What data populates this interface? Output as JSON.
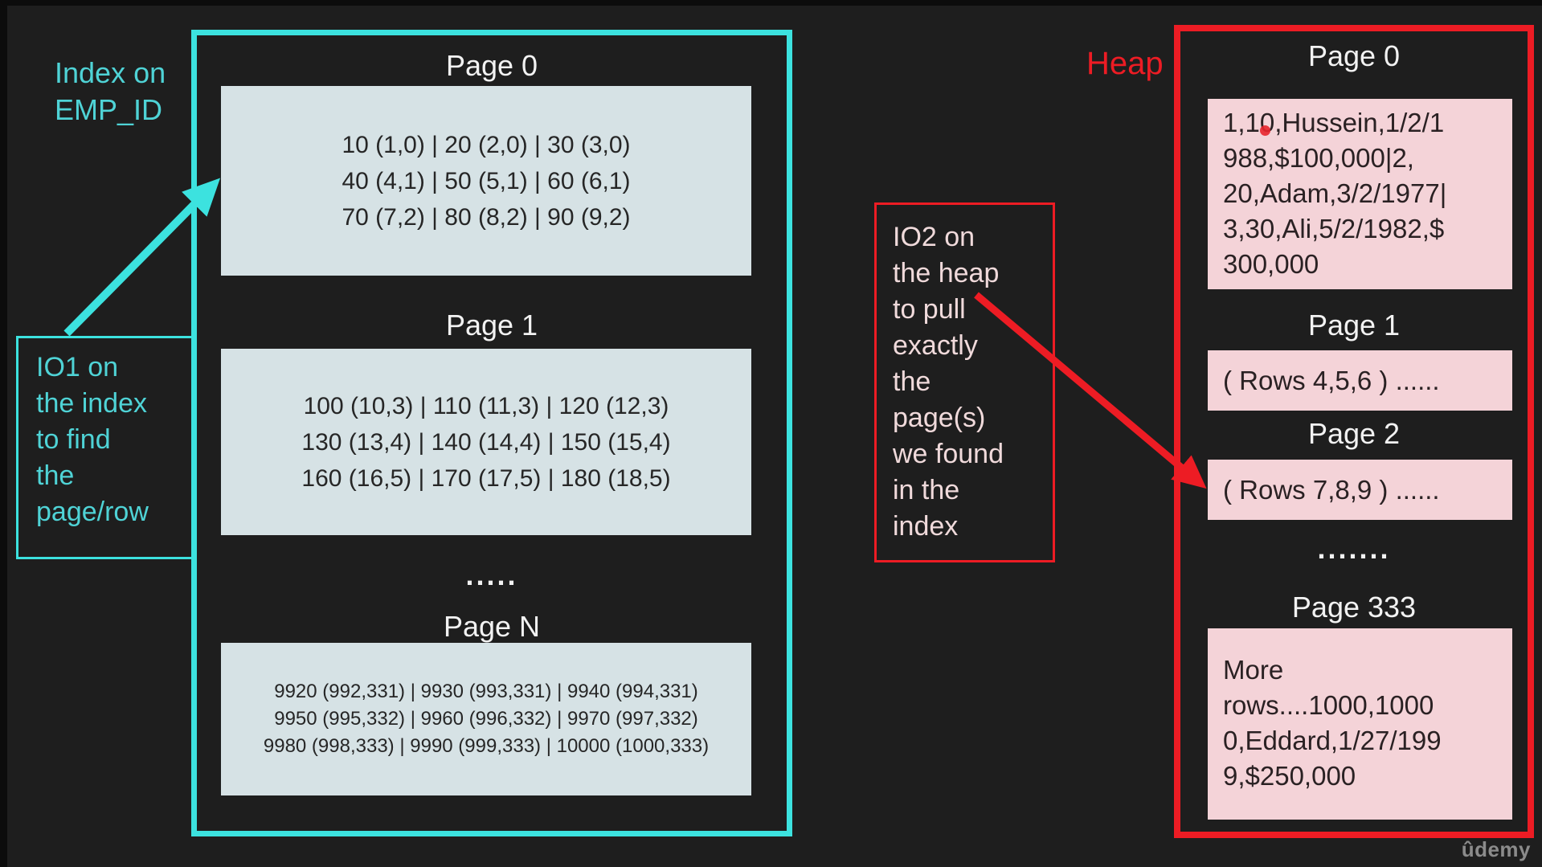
{
  "slide": {
    "index_label": [
      "Index on",
      "EMP_ID"
    ],
    "heap_label": "Heap",
    "watermark": "ûdemy"
  },
  "io1_note": {
    "lines": [
      "IO1 on",
      "the index",
      "to find",
      "the",
      "page/row"
    ]
  },
  "io2_note": {
    "lines": [
      "IO2 on",
      "the heap",
      "to pull",
      "exactly",
      "the",
      "page(s)",
      "we found",
      "in the",
      "index"
    ]
  },
  "index": {
    "ellipsis": ".....",
    "pages": [
      {
        "title": "Page 0",
        "lines": [
          "10 (1,0) | 20 (2,0) | 30 (3,0)",
          "40 (4,1) | 50 (5,1) | 60 (6,1)",
          "70 (7,2) | 80 (8,2) | 90 (9,2)"
        ]
      },
      {
        "title": "Page 1",
        "lines": [
          "100 (10,3) | 110 (11,3) | 120 (12,3)",
          "130 (13,4) | 140 (14,4) | 150 (15,4)",
          "160 (16,5) | 170 (17,5) | 180 (18,5)"
        ]
      },
      {
        "title": "Page N",
        "lines": [
          "9920 (992,331) | 9930 (993,331) | 9940 (994,331)",
          "9950 (995,332) | 9960 (996,332) | 9970 (997,332)",
          "9980 (998,333) | 9990 (999,333) | 10000 (1000,333)"
        ]
      }
    ]
  },
  "heap": {
    "ellipsis": ".......",
    "pages": [
      {
        "title": "Page 0",
        "lines": [
          "1,10,Hussein,1/2/1",
          "988,$100,000|2,",
          "20,Adam,3/2/1977|",
          "3,30,Ali,5/2/1982,$",
          "300,000"
        ]
      },
      {
        "title": "Page 1",
        "lines": [
          "( Rows 4,5,6 ) ......"
        ]
      },
      {
        "title": "Page 2",
        "lines": [
          "( Rows 7,8,9 ) ......"
        ]
      },
      {
        "title": "Page 333",
        "lines": [
          "More",
          "rows....1000,1000",
          "0,Eddard,1/27/199",
          "9,$250,000"
        ]
      }
    ]
  },
  "colors": {
    "background": "#1e1e1e",
    "cyan": "#3ce2df",
    "cyan_text": "#4fd3d6",
    "red": "#ed1c24",
    "index_page_bg": "#d6e2e5",
    "heap_page_bg": "#f4d3d8",
    "title_text": "#f2f2f2",
    "data_text": "#262626"
  }
}
